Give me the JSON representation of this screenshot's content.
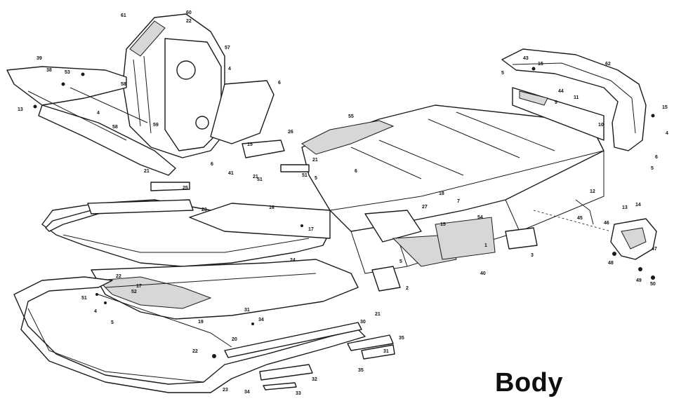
{
  "title": "Body",
  "callouts": [
    {
      "label": "61"
    },
    {
      "label": "60"
    },
    {
      "label": "22"
    },
    {
      "label": "57"
    },
    {
      "label": "4"
    },
    {
      "label": "39"
    },
    {
      "label": "38"
    },
    {
      "label": "53"
    },
    {
      "label": "58"
    },
    {
      "label": "13"
    },
    {
      "label": "4"
    },
    {
      "label": "58"
    },
    {
      "label": "59"
    },
    {
      "label": "6"
    },
    {
      "label": "6"
    },
    {
      "label": "26"
    },
    {
      "label": "15"
    },
    {
      "label": "41"
    },
    {
      "label": "21"
    },
    {
      "label": "51"
    },
    {
      "label": "21"
    },
    {
      "label": "51"
    },
    {
      "label": "6"
    },
    {
      "label": "5"
    },
    {
      "label": "55"
    },
    {
      "label": "43"
    },
    {
      "label": "15"
    },
    {
      "label": "62"
    },
    {
      "label": "5"
    },
    {
      "label": "44"
    },
    {
      "label": "9"
    },
    {
      "label": "11"
    },
    {
      "label": "10"
    },
    {
      "label": "15"
    },
    {
      "label": "4"
    },
    {
      "label": "6"
    },
    {
      "label": "5"
    },
    {
      "label": "12"
    },
    {
      "label": "13"
    },
    {
      "label": "14"
    },
    {
      "label": "45"
    },
    {
      "label": "46"
    },
    {
      "label": "47"
    },
    {
      "label": "48"
    },
    {
      "label": "49"
    },
    {
      "label": "50"
    },
    {
      "label": "21"
    },
    {
      "label": "25"
    },
    {
      "label": "23"
    },
    {
      "label": "16"
    },
    {
      "label": "17"
    },
    {
      "label": "18"
    },
    {
      "label": "7"
    },
    {
      "label": "27"
    },
    {
      "label": "15"
    },
    {
      "label": "54"
    },
    {
      "label": "1"
    },
    {
      "label": "3"
    },
    {
      "label": "40"
    },
    {
      "label": "5"
    },
    {
      "label": "24"
    },
    {
      "label": "2"
    },
    {
      "label": "22"
    },
    {
      "label": "52"
    },
    {
      "label": "17"
    },
    {
      "label": "51"
    },
    {
      "label": "4"
    },
    {
      "label": "5"
    },
    {
      "label": "19"
    },
    {
      "label": "31"
    },
    {
      "label": "34"
    },
    {
      "label": "21"
    },
    {
      "label": "20"
    },
    {
      "label": "30"
    },
    {
      "label": "35"
    },
    {
      "label": "31"
    },
    {
      "label": "22"
    },
    {
      "label": "35"
    },
    {
      "label": "32"
    },
    {
      "label": "23"
    },
    {
      "label": "34"
    },
    {
      "label": "33"
    }
  ]
}
